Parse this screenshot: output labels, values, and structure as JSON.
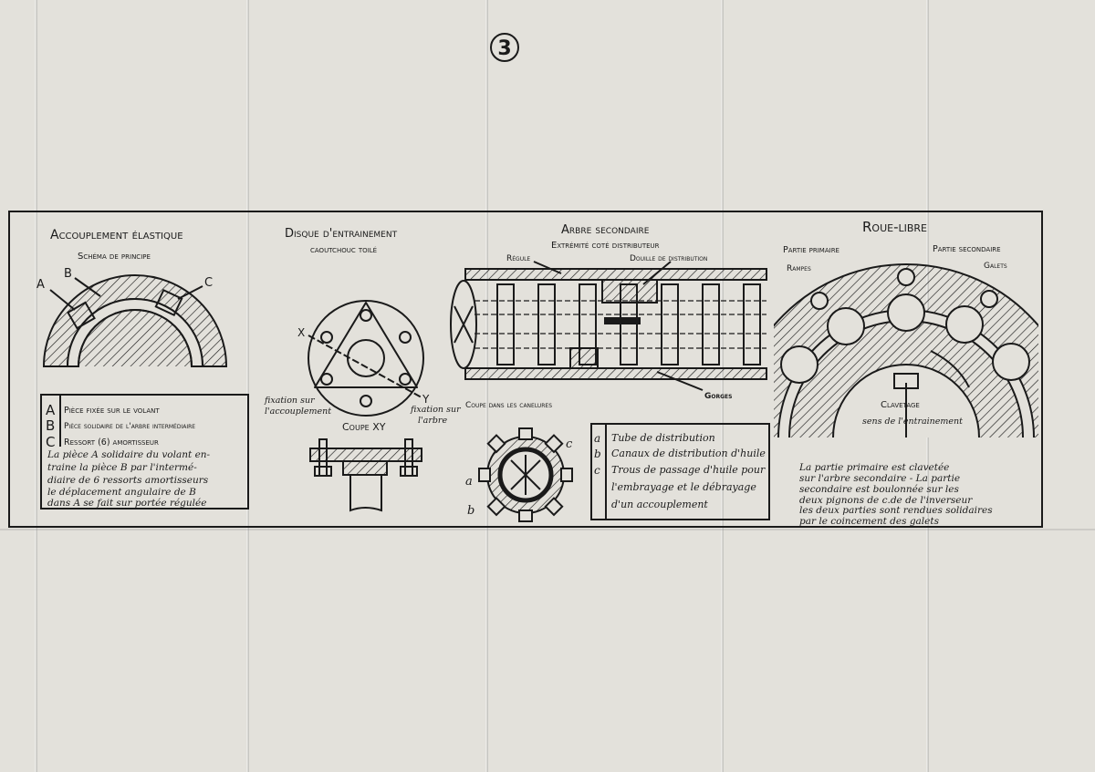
{
  "page_number": "3",
  "sections": {
    "accouplement": {
      "title": "Accouplement élastique",
      "subtitle": "Schéma de principe",
      "labels": [
        "A",
        "B",
        "C"
      ],
      "legend": [
        {
          "key": "A",
          "text": "Pièce fixée sur le volant"
        },
        {
          "key": "B",
          "text": "Pièce solidaire de l'arbre intermédiaire"
        },
        {
          "key": "C",
          "text": "Ressort (6) amortisseur"
        }
      ],
      "note": [
        "La pièce A solidaire du volant en-",
        "traine la pièce B par l'intermé-",
        "diaire de 6 ressorts amortisseurs",
        "le déplacement angulaire de B",
        "dans A se fait sur portée régulée"
      ]
    },
    "disque": {
      "title": "Disque d'entrainement",
      "subtitle": "caoutchouc toilé",
      "x_label": "X",
      "y_label": "Y",
      "fixation_accouplement": [
        "fixation sur",
        "l'accouplement"
      ],
      "fixation_arbre": [
        "fixation sur",
        "l'arbre"
      ],
      "coupe": "Coupe XY"
    },
    "arbre": {
      "title": "Arbre secondaire",
      "subtitle": "Extrémité coté distributeur",
      "regule": "Régule",
      "douille": "Douille de distribution",
      "coupe": "Coupe dans les canelures",
      "gorges": "Gorges",
      "labels": [
        "a",
        "b",
        "c"
      ],
      "legend": [
        {
          "key": "a",
          "text": "Tube de distribution"
        },
        {
          "key": "b",
          "text": "Canaux de distribution d'huile"
        },
        {
          "key": "c",
          "text": "Trous de passage d'huile pour"
        }
      ],
      "legend_cont": [
        "l'embrayage et le débrayage",
        "d'un accouplement"
      ]
    },
    "roue": {
      "title": "Roue-libre",
      "partie_primaire": "Partie primaire",
      "partie_secondaire": "Partie secondaire",
      "rampes": "Rampes",
      "galets": "Galets",
      "clavetage": "Clavetage",
      "sens": "sens de l'entrainement",
      "note": [
        "La partie primaire est clavetée",
        "sur l'arbre secondaire - La partie",
        "secondaire est boulonnée sur les",
        "deux pignons de c.de de l'inverseur",
        "les deux parties sont rendues solidaires",
        "par le coincement des galets"
      ]
    }
  }
}
